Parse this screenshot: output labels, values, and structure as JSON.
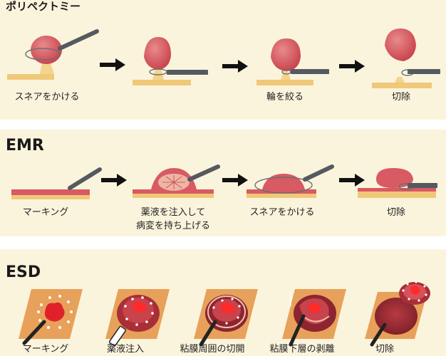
{
  "sections": [
    {
      "title": "ポリペクトミー",
      "captions": [
        "スネアをかける",
        "輪を絞る",
        "切除"
      ]
    },
    {
      "title": "EMR",
      "captions": [
        "マーキング",
        "薬液を注入して",
        "病変を持ち上げる",
        "スネアをかける",
        "切除"
      ]
    },
    {
      "title": "ESD",
      "captions": [
        "マーキング",
        "薬液注入",
        "粘膜周囲の切開",
        "粘膜下層の剥離",
        "切除"
      ]
    }
  ],
  "colors": {
    "band": "#fbf4dd",
    "tissue_base": "#f3d48c",
    "polyp": "#d9565c",
    "mucosa": "#c9474e",
    "instrument": "#555a60",
    "arrow": "#111111"
  }
}
